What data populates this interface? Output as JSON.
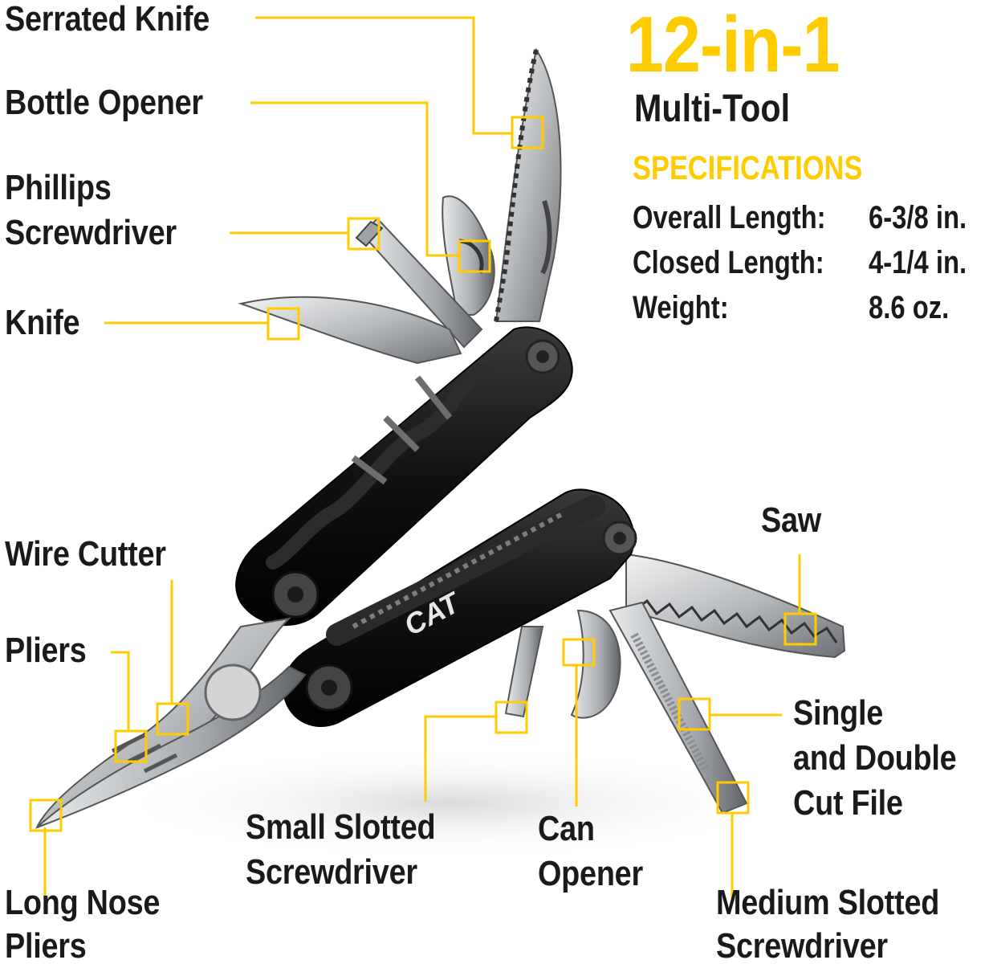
{
  "header": {
    "title": "12-in-1",
    "subtitle": "Multi-Tool"
  },
  "specifications": {
    "heading": "SPECIFICATIONS",
    "rows": [
      {
        "label": "Overall Length:",
        "value": "6-3/8 in."
      },
      {
        "label": "Closed Length:",
        "value": "4-1/4 in."
      },
      {
        "label": "Weight:",
        "value": "8.6 oz."
      }
    ]
  },
  "callouts": {
    "serrated_knife": "Serrated Knife",
    "bottle_opener": "Bottle Opener",
    "phillips_line1": "Phillips",
    "phillips_line2": "Screwdriver",
    "knife": "Knife",
    "wire_cutter": "Wire Cutter",
    "pliers": "Pliers",
    "long_nose_line1": "Long Nose",
    "long_nose_line2": "Pliers",
    "small_slotted_line1": "Small Slotted",
    "small_slotted_line2": "Screwdriver",
    "can_opener_line1": "Can",
    "can_opener_line2": "Opener",
    "medium_slotted_line1": "Medium Slotted",
    "medium_slotted_line2": "Screwdriver",
    "file_line1": "Single",
    "file_line2": "and Double",
    "file_line3": "Cut File",
    "saw": "Saw"
  },
  "brand": {
    "logo_text": "CAT"
  },
  "colors": {
    "accent": "#ffcc00",
    "text": "#1a1a1a",
    "handle": "#141414",
    "steel": "#c9cbcd"
  }
}
